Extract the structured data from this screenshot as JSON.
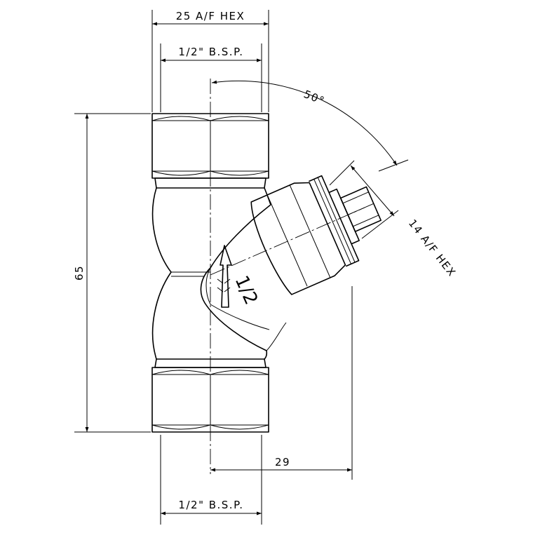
{
  "dimensions": {
    "top_hex": "25 A/F HEX",
    "top_thread": "1/2\" B.S.P.",
    "angle": "50°",
    "cap_hex": "14 A/F HEX",
    "height": "65",
    "offset": "29",
    "bottom_thread": "1/2\" B.S.P."
  },
  "body_marking": "1/2"
}
